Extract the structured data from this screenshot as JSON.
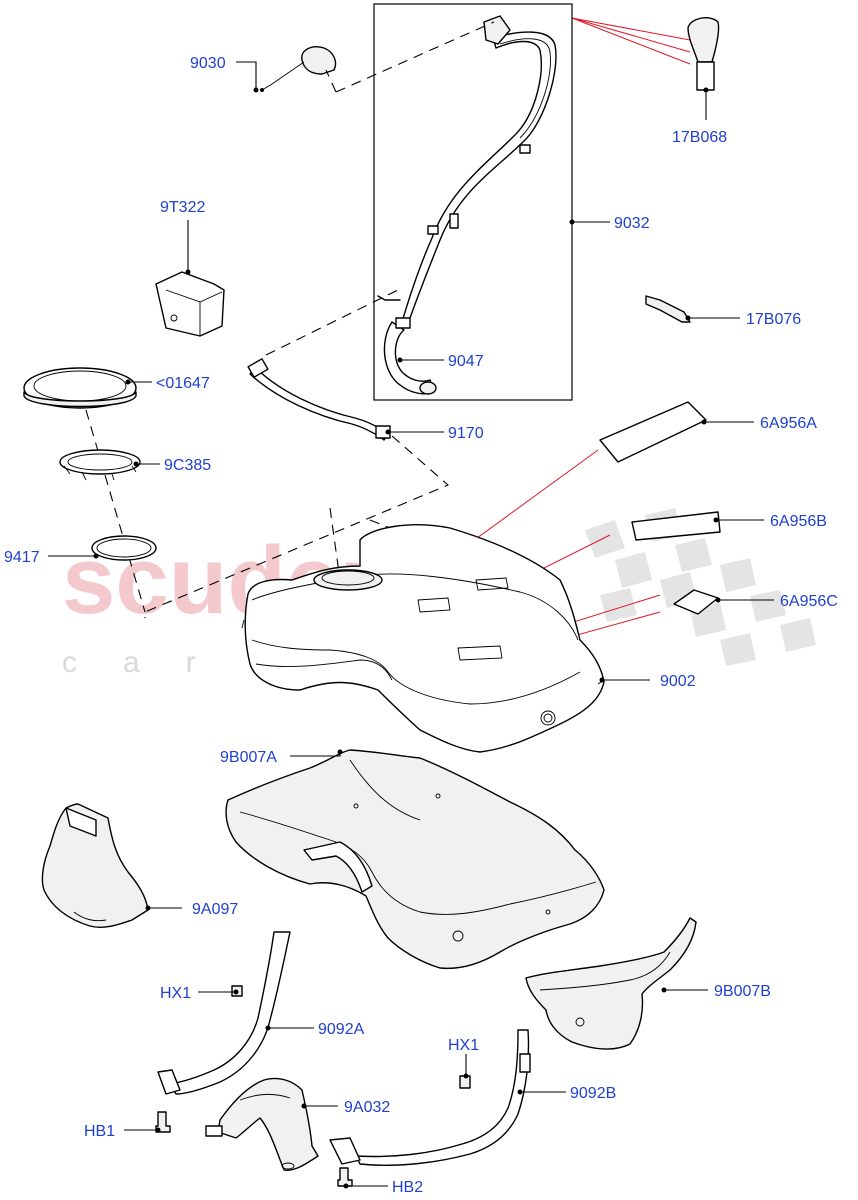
{
  "watermark": {
    "brand": "scuderia",
    "sub": "car parts"
  },
  "labels": {
    "p9030": "9030",
    "p9032": "9032",
    "p9047": "9047",
    "p9170": "9170",
    "p17b068": "17B068",
    "p17b076": "17B076",
    "p9t322": "9T322",
    "p01647": "<01647",
    "p9c385": "9C385",
    "p9417": "9417",
    "p6a956a": "6A956A",
    "p6a956b": "6A956B",
    "p6a956c": "6A956C",
    "p9002": "9002",
    "p9b007a": "9B007A",
    "p9a097": "9A097",
    "p9b007b": "9B007B",
    "hx1_left": "HX1",
    "p9092a": "9092A",
    "hx1_right": "HX1",
    "p9a032": "9A032",
    "p9092b": "9092B",
    "hb1": "HB1",
    "hb2": "HB2"
  },
  "colors": {
    "label": "#1f3fd1",
    "callout_red": "#e0192a",
    "watermark_red": "#f3c9cd",
    "watermark_grey": "#d9d9d9"
  }
}
